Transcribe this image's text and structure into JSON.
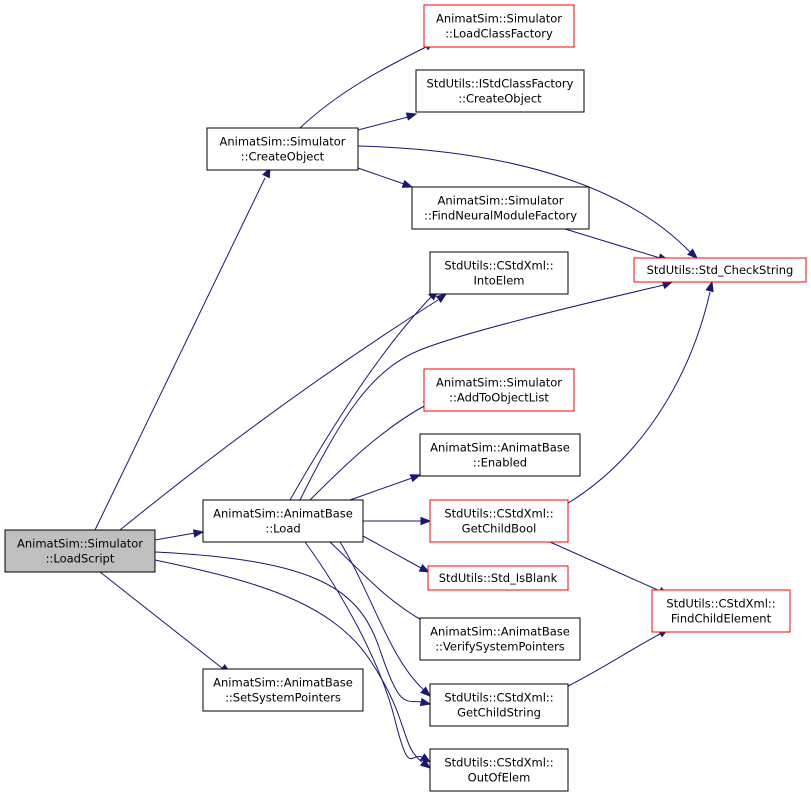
{
  "diagram": {
    "type": "call-graph",
    "colors": {
      "edge": "#191970",
      "normal_border": "#000000",
      "red_border": "#ff0000",
      "highlight_fill": "#bfbfbf"
    },
    "nodes": [
      {
        "id": "loadscript",
        "lines": [
          "AnimatSim::Simulator",
          "::LoadScript"
        ],
        "style": "highlight"
      },
      {
        "id": "createobject_sim",
        "lines": [
          "AnimatSim::Simulator",
          "::CreateObject"
        ],
        "style": "normal"
      },
      {
        "id": "base_load",
        "lines": [
          "AnimatSim::AnimatBase",
          "::Load"
        ],
        "style": "normal"
      },
      {
        "id": "setsystempointers",
        "lines": [
          "AnimatSim::AnimatBase",
          "::SetSystemPointers"
        ],
        "style": "normal"
      },
      {
        "id": "loadclassfactory",
        "lines": [
          "AnimatSim::Simulator",
          "::LoadClassFactory"
        ],
        "style": "red"
      },
      {
        "id": "istd_createobject",
        "lines": [
          "StdUtils::IStdClassFactory",
          "::CreateObject"
        ],
        "style": "normal"
      },
      {
        "id": "findneural",
        "lines": [
          "AnimatSim::Simulator",
          "::FindNeuralModuleFactory"
        ],
        "style": "normal"
      },
      {
        "id": "intoelem",
        "lines": [
          "StdUtils::CStdXml::",
          "IntoElem"
        ],
        "style": "normal"
      },
      {
        "id": "addtoobjectlist",
        "lines": [
          "AnimatSim::Simulator",
          "::AddToObjectList"
        ],
        "style": "red"
      },
      {
        "id": "enabled",
        "lines": [
          "AnimatSim::AnimatBase",
          "::Enabled"
        ],
        "style": "normal"
      },
      {
        "id": "getchildbool",
        "lines": [
          "StdUtils::CStdXml::",
          "GetChildBool"
        ],
        "style": "red"
      },
      {
        "id": "std_isblank",
        "lines": [
          "StdUtils::Std_IsBlank"
        ],
        "style": "red"
      },
      {
        "id": "verifysystempointers",
        "lines": [
          "AnimatSim::AnimatBase",
          "::VerifySystemPointers"
        ],
        "style": "normal"
      },
      {
        "id": "getchildstring",
        "lines": [
          "StdUtils::CStdXml::",
          "GetChildString"
        ],
        "style": "normal"
      },
      {
        "id": "outofelem",
        "lines": [
          "StdUtils::CStdXml::",
          "OutOfElem"
        ],
        "style": "normal"
      },
      {
        "id": "std_checkstring",
        "lines": [
          "StdUtils::Std_CheckString"
        ],
        "style": "red"
      },
      {
        "id": "findchildelement",
        "lines": [
          "StdUtils::CStdXml::",
          "FindChildElement"
        ],
        "style": "red"
      }
    ],
    "edges": [
      {
        "from": "loadscript",
        "to": "createobject_sim"
      },
      {
        "from": "loadscript",
        "to": "intoelem"
      },
      {
        "from": "loadscript",
        "to": "base_load"
      },
      {
        "from": "loadscript",
        "to": "getchildstring"
      },
      {
        "from": "loadscript",
        "to": "outofelem"
      },
      {
        "from": "loadscript",
        "to": "setsystempointers"
      },
      {
        "from": "createobject_sim",
        "to": "loadclassfactory"
      },
      {
        "from": "createobject_sim",
        "to": "istd_createobject"
      },
      {
        "from": "createobject_sim",
        "to": "findneural"
      },
      {
        "from": "createobject_sim",
        "to": "std_checkstring"
      },
      {
        "from": "findneural",
        "to": "std_checkstring"
      },
      {
        "from": "base_load",
        "to": "intoelem"
      },
      {
        "from": "base_load",
        "to": "std_checkstring"
      },
      {
        "from": "base_load",
        "to": "addtoobjectlist"
      },
      {
        "from": "base_load",
        "to": "enabled"
      },
      {
        "from": "base_load",
        "to": "getchildbool"
      },
      {
        "from": "base_load",
        "to": "std_isblank"
      },
      {
        "from": "base_load",
        "to": "verifysystempointers"
      },
      {
        "from": "base_load",
        "to": "getchildstring"
      },
      {
        "from": "base_load",
        "to": "outofelem"
      },
      {
        "from": "getchildbool",
        "to": "std_checkstring"
      },
      {
        "from": "getchildbool",
        "to": "findchildelement"
      },
      {
        "from": "getchildstring",
        "to": "findchildelement"
      }
    ]
  }
}
